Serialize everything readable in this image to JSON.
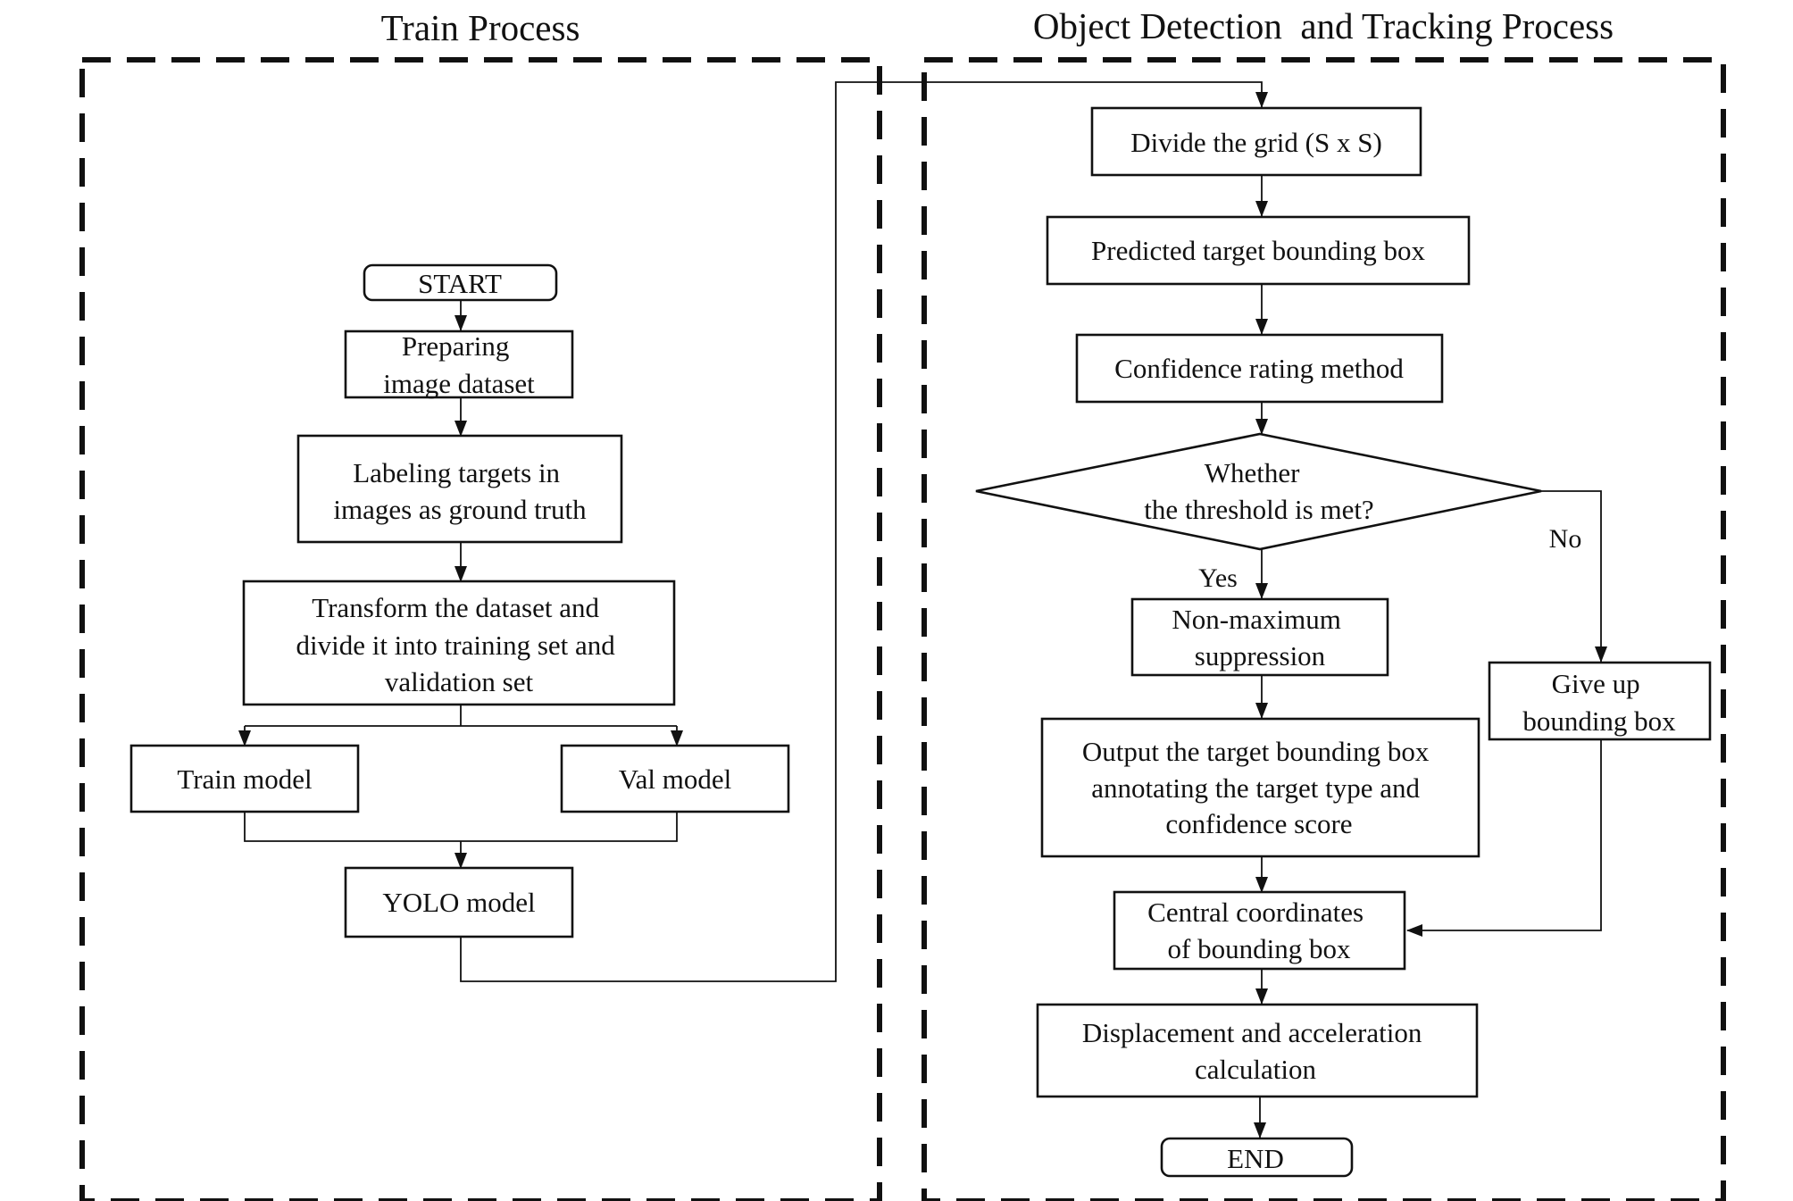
{
  "panels": {
    "train": {
      "title": "Train Process"
    },
    "detect": {
      "title": "Object Detection  and Tracking Process"
    }
  },
  "nodes": {
    "start": {
      "lines": [
        "START"
      ],
      "shape": "terminal"
    },
    "prepare": {
      "lines": [
        "Preparing",
        "image dataset"
      ]
    },
    "label": {
      "lines": [
        "Labeling targets in",
        "images as ground truth"
      ]
    },
    "transform": {
      "lines": [
        "Transform the dataset and",
        "divide it into training set and",
        "validation set"
      ]
    },
    "train_model": {
      "lines": [
        "Train model"
      ]
    },
    "val_model": {
      "lines": [
        "Val model"
      ]
    },
    "yolo": {
      "lines": [
        "YOLO model"
      ]
    },
    "grid": {
      "lines": [
        "Divide the grid (S x S)"
      ]
    },
    "predict": {
      "lines": [
        "Predicted target bounding box"
      ]
    },
    "confidence": {
      "lines": [
        "Confidence rating method"
      ]
    },
    "threshold": {
      "lines": [
        "Whether",
        "the threshold is met?"
      ],
      "shape": "diamond"
    },
    "nms": {
      "lines": [
        "Non-maximum",
        "suppression"
      ]
    },
    "giveup": {
      "lines": [
        "Give up",
        "bounding box"
      ]
    },
    "output": {
      "lines": [
        "Output the target bounding box",
        "annotating the target type and",
        "confidence score"
      ]
    },
    "central": {
      "lines": [
        "Central coordinates",
        "of bounding box"
      ]
    },
    "displacement": {
      "lines": [
        "Displacement and acceleration",
        "calculation"
      ]
    },
    "end": {
      "lines": [
        "END"
      ],
      "shape": "terminal"
    }
  },
  "edges": [
    {
      "from": "start",
      "to": "prepare"
    },
    {
      "from": "prepare",
      "to": "label"
    },
    {
      "from": "label",
      "to": "transform"
    },
    {
      "from": "transform",
      "to": "train_model"
    },
    {
      "from": "transform",
      "to": "val_model"
    },
    {
      "from": "train_model",
      "to": "yolo"
    },
    {
      "from": "val_model",
      "to": "yolo"
    },
    {
      "from": "yolo",
      "to": "grid"
    },
    {
      "from": "grid",
      "to": "predict"
    },
    {
      "from": "predict",
      "to": "confidence"
    },
    {
      "from": "confidence",
      "to": "threshold"
    },
    {
      "from": "threshold",
      "to": "nms",
      "label": "Yes"
    },
    {
      "from": "threshold",
      "to": "giveup",
      "label": "No"
    },
    {
      "from": "nms",
      "to": "output"
    },
    {
      "from": "output",
      "to": "central"
    },
    {
      "from": "giveup",
      "to": "central"
    },
    {
      "from": "central",
      "to": "displacement"
    },
    {
      "from": "displacement",
      "to": "end"
    }
  ],
  "colors": {
    "ink": "#111111",
    "background": "#ffffff"
  }
}
